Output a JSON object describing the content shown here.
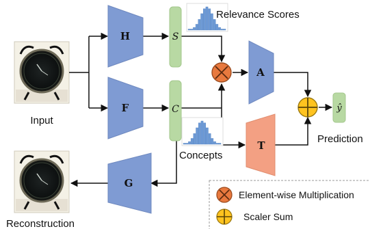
{
  "diagram": {
    "nodes": {
      "input": "Input",
      "reconstruction": "Reconstruction",
      "h": "H",
      "f": "F",
      "g": "G",
      "a": "A",
      "t": "T",
      "s": "S",
      "c": "C",
      "y_hat": "ŷ",
      "relevance_scores": "Relevance Scores",
      "concepts": "Concepts",
      "prediction": "Prediction"
    },
    "legend": {
      "multiplication": "Element-wise Multiplication",
      "sum": "Scaler Sum"
    },
    "colors": {
      "encoder_blue": "#7f9bd3",
      "transform_orange": "#f3a083",
      "latent_green": "#b8d9a3",
      "multiply_orange": "#e8793e",
      "sum_yellow": "#ffc31f"
    },
    "icons": [
      "alarm-clock-image",
      "histogram-icon",
      "multiply-icon",
      "plus-icon"
    ]
  }
}
